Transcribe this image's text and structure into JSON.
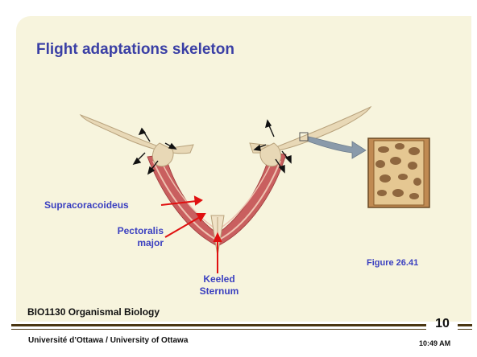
{
  "slide": {
    "title": "Flight adaptations skeleton",
    "labels": {
      "supracoracoideus": "Supracoracoideus",
      "pectoralis_line1": "Pectoralis",
      "pectoralis_line2": "major",
      "keeled_line1": "Keeled",
      "keeled_line2": "Sternum",
      "figure_ref": "Figure 26.41"
    },
    "footer": {
      "course": "BIO1130 Organismal Biology",
      "university": "Université d’Ottawa / University of Ottawa",
      "page_number": "10",
      "time": "10:49 AM"
    }
  },
  "colors": {
    "title": "#3a3fa5",
    "labels": "#3a3fc0",
    "background": "#f7f4dd",
    "footer_rule": "#4a3612",
    "arrow_red": "#e01010",
    "muscle": "#c95f5f",
    "bone": "#e8d8b6"
  },
  "icons": [
    "motion-arrow-icon",
    "magnify-arrow-icon"
  ]
}
